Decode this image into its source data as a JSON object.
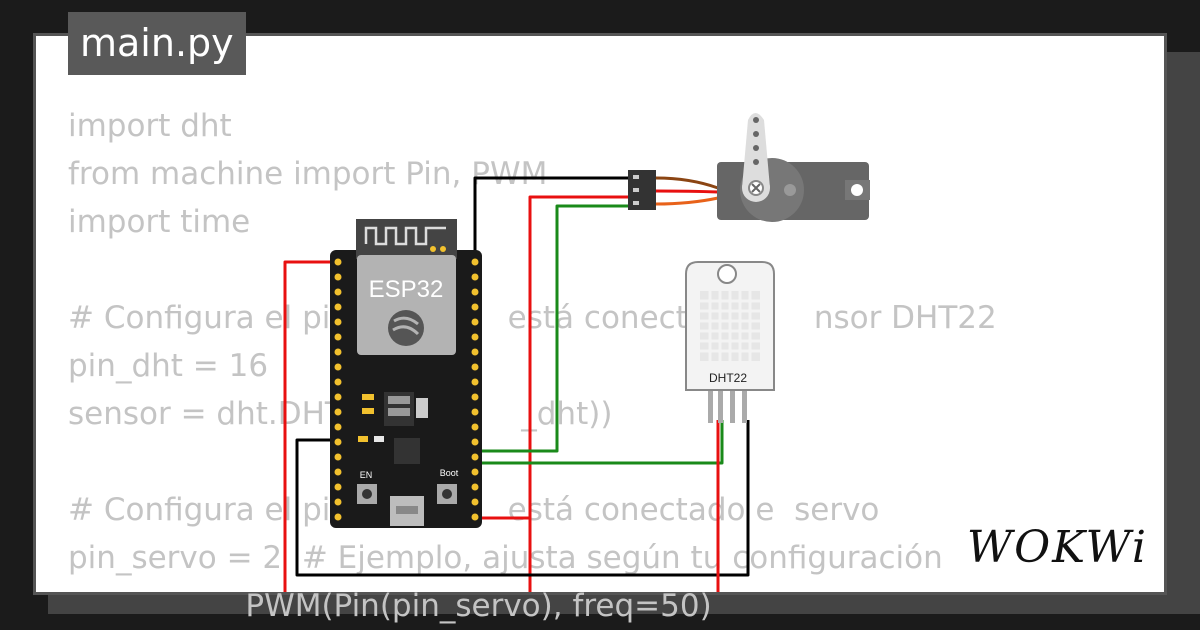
{
  "tab": {
    "label": "main.py"
  },
  "code": {
    "lines": [
      "import dht",
      "from machine import Pin, PWM",
      "import time",
      "",
      "# Configura el pin                está conectado e    nsor DHT22",
      "pin_dht = 16",
      "sensor = dht.DHT                  _dht))",
      "",
      "# Configura el pin                está conectado e  servo",
      "pin_servo = 2  # Ejemplo, ajusta según tu configuración",
      "                  PWM(Pin(pin_servo), freq=50)"
    ]
  },
  "board": {
    "label": "ESP32",
    "boot_label": "Boot",
    "en_label": "EN"
  },
  "sensor": {
    "label": "DHT22"
  },
  "brand": {
    "logo": "WOKWi"
  },
  "colors": {
    "wire_red": "#e81010",
    "wire_black": "#000000",
    "wire_green": "#1a8a1a",
    "servo_orange": "#e8621a",
    "board_black": "#1a1a1a"
  }
}
